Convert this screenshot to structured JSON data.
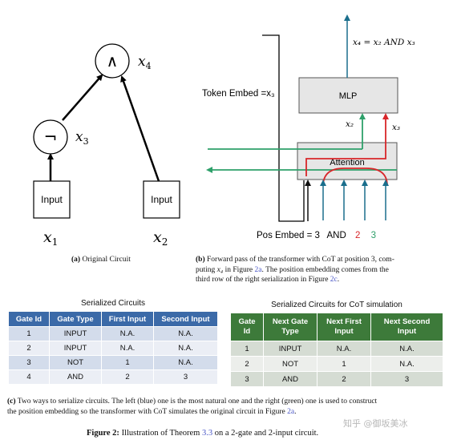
{
  "circuit": {
    "and_symbol": "∧",
    "not_symbol": "¬",
    "input_label": "Input",
    "x1": "x",
    "x1_sub": "1",
    "x2": "x",
    "x2_sub": "2",
    "x3": "x",
    "x3_sub": "3",
    "x4": "x",
    "x4_sub": "4",
    "caption_label": "(a)",
    "caption_text": "Original Circuit"
  },
  "transformer": {
    "output_label": "x₄ = x₂ AND x₃",
    "mlp_label": "MLP",
    "attention_label": "Attention",
    "token_embed_label": "Token Embed =x₃",
    "x2_label": "x₂",
    "x3_label": "x₃",
    "pos_embed_prefix": "Pos Embed = 3",
    "pos_embed_and": "AND",
    "pos_embed_2": "2",
    "pos_embed_3": "3",
    "colors": {
      "red": "#d8262a",
      "green": "#2ea06a",
      "teal": "#1a6e8c",
      "box": "#e6e6e6"
    },
    "caption_label": "(b)",
    "caption_line1": "Forward pass of the transformer with CoT at position 3, com-",
    "caption_line2_a": "puting ",
    "caption_line2_var": "x₄",
    "caption_line2_b": " in Figure ",
    "caption_line2_ref": "2a",
    "caption_line2_c": ". The position embedding comes from the",
    "caption_line3_a": "third row of the right serialization in Figure ",
    "caption_line3_ref": "2c",
    "caption_line3_b": "."
  },
  "serialized": {
    "title": "Serialized Circuits",
    "headers": [
      "Gate Id",
      "Gate Type",
      "First Input",
      "Second Input"
    ],
    "rows": [
      [
        "1",
        "INPUT",
        "N.A.",
        "N.A."
      ],
      [
        "2",
        "INPUT",
        "N.A.",
        "N.A."
      ],
      [
        "3",
        "NOT",
        "1",
        "N.A."
      ],
      [
        "4",
        "AND",
        "2",
        "3"
      ]
    ]
  },
  "serialized_cot": {
    "title": "Serialized Circuits for CoT simulation",
    "headers": [
      [
        "Gate",
        "Id"
      ],
      [
        "Next Gate",
        "Type"
      ],
      [
        "Next First",
        "Input"
      ],
      [
        "Next Second",
        "Input"
      ]
    ],
    "rows": [
      [
        "1",
        "INPUT",
        "N.A.",
        "N.A."
      ],
      [
        "2",
        "NOT",
        "1",
        "N.A."
      ],
      [
        "3",
        "AND",
        "2",
        "3"
      ]
    ]
  },
  "caption_c": {
    "label": "(c)",
    "line1": "Two ways to serialize circuits. The left (blue) one is the most natural one and the right (green) one is used to construct",
    "line2_a": "the position embedding so the transformer with CoT simulates the original circuit in Figure ",
    "line2_ref": "2a",
    "line2_b": "."
  },
  "figure_caption": {
    "label": "Figure 2:",
    "text_a": " Illustration of Theorem ",
    "ref": "3.3",
    "text_b": " on a 2-gate and 2-input circuit."
  },
  "watermark": "知乎 @御坂美冰"
}
